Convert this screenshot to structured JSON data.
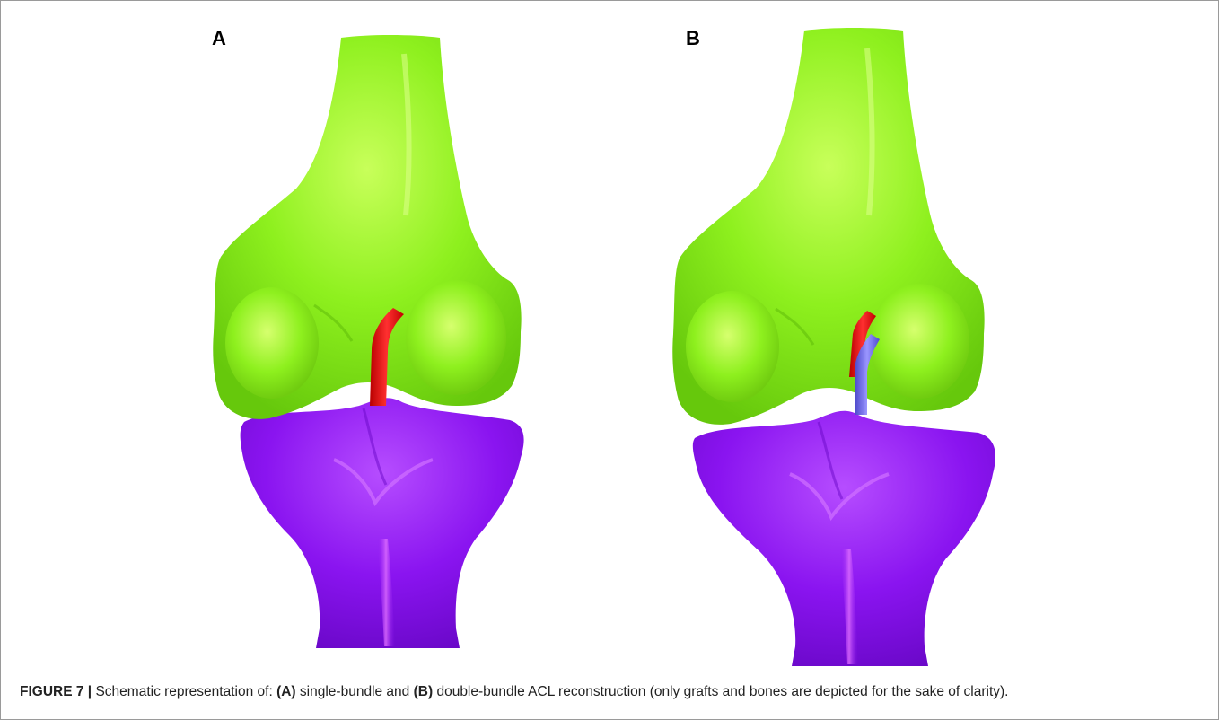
{
  "panels": [
    {
      "label": "A"
    },
    {
      "label": "B"
    }
  ],
  "caption": {
    "figure_number": "FIGURE 7 |",
    "part1": "Schematic representation of:",
    "ref_a": "(A)",
    "part2": "single-bundle and",
    "ref_b": "(B)",
    "part3": "double-bundle ACL reconstruction (only grafts and bones are depicted for the sake of clarity)."
  },
  "colors": {
    "femur": "#8ef01e",
    "tibia": "#8a14f0",
    "graft_red": "#ee1010",
    "graft_blue": "#6a66ee"
  }
}
